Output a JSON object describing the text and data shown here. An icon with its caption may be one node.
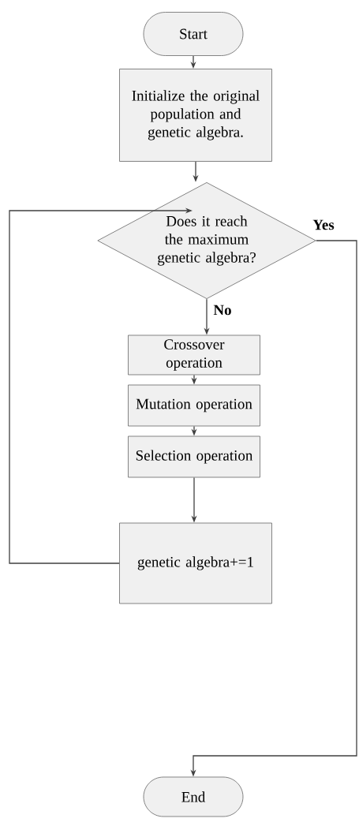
{
  "diagram": {
    "nodes": [
      {
        "text": [
          "Start"
        ]
      },
      {
        "text": [
          "Initialize the original population and genetic algebra."
        ]
      },
      {
        "text": [
          "Does it reach the maximum genetic algebra?"
        ]
      },
      {
        "text": [
          "Crossover operation"
        ]
      },
      {
        "text": [
          "Mutation operation"
        ]
      },
      {
        "text": [
          "Selection operation"
        ]
      },
      {
        "text": [
          "genetic algebra+=1"
        ]
      },
      {
        "text": [
          "End"
        ]
      }
    ],
    "edges": [
      {
        "from": 0,
        "to": 1,
        "arrow": "to"
      },
      {
        "from": 1,
        "to": 2,
        "arrow": "to"
      },
      {
        "from": 2,
        "to": 3,
        "arrow": "to",
        "label": "No"
      },
      {
        "from": 3,
        "to": 4,
        "arrow": "to"
      },
      {
        "from": 4,
        "to": 5,
        "arrow": "to"
      },
      {
        "from": 5,
        "to": 6,
        "arrow": "to"
      },
      {
        "from": 6,
        "to": 2,
        "arrow": "to"
      },
      {
        "from": 2,
        "to": 7,
        "arrow": "to",
        "label": "Yes"
      }
    ]
  }
}
